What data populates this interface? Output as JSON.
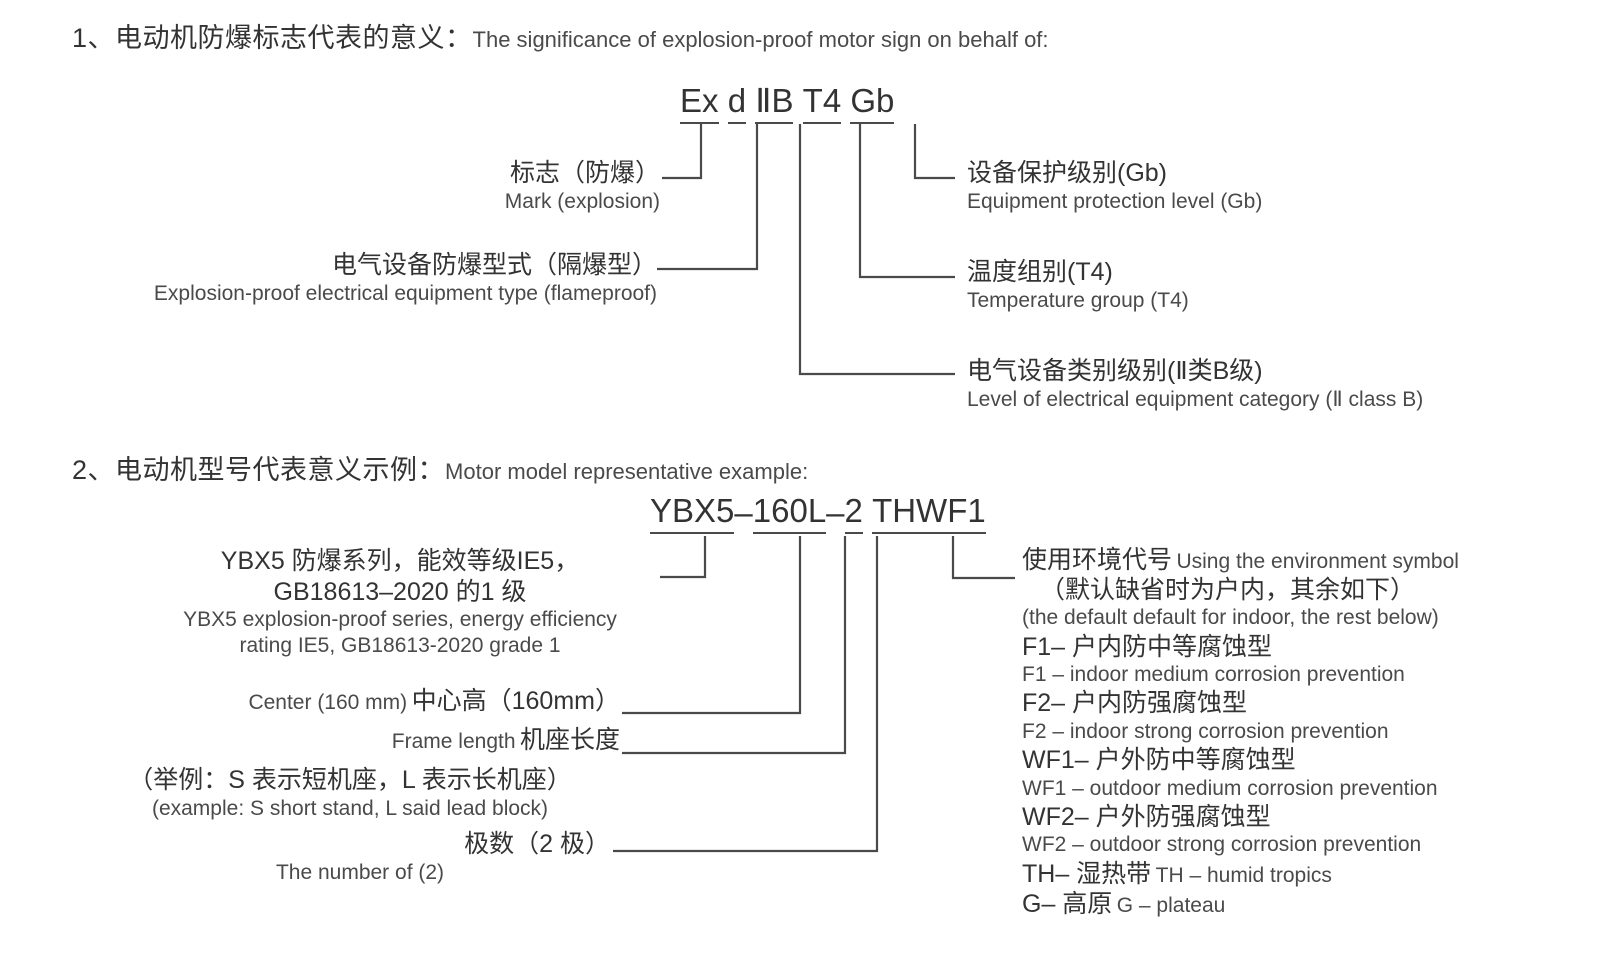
{
  "section1": {
    "number": "1、",
    "title_cn": "电动机防爆标志代表的意义：",
    "title_en": "The significance of explosion-proof motor sign on behalf of:",
    "code_segments": [
      {
        "text": "Ex",
        "name": "code-seg-ex"
      },
      {
        "text": "d",
        "name": "code-seg-d"
      },
      {
        "text": "ⅡB",
        "name": "code-seg-2b"
      },
      {
        "text": "T4",
        "name": "code-seg-t4"
      },
      {
        "text": "Gb",
        "name": "code-seg-gb"
      }
    ],
    "labels": {
      "mark": {
        "cn": "标志（防爆）",
        "en": "Mark (explosion)"
      },
      "type": {
        "cn": "电气设备防爆型式（隔爆型）",
        "en": "Explosion-proof electrical equipment type (flameproof)"
      },
      "protection": {
        "cn": "设备保护级别(Gb)",
        "en": "Equipment protection level (Gb)"
      },
      "temperature": {
        "cn": "温度组别(T4)",
        "en": "Temperature group (T4)"
      },
      "category": {
        "cn": "电气设备类别级别(Ⅱ类B级)",
        "en": "Level of electrical equipment category (Ⅱ class B)"
      }
    }
  },
  "section2": {
    "number": "2、",
    "title_cn": "电动机型号代表意义示例：",
    "title_en": "Motor model representative example:",
    "code_segments": [
      {
        "text": "YBX5",
        "name": "code-seg-ybx5"
      },
      {
        "text": "160",
        "name": "code-seg-160"
      },
      {
        "text": "L",
        "name": "code-seg-l"
      },
      {
        "text": "2",
        "name": "code-seg-2"
      },
      {
        "text": "THWF1",
        "name": "code-seg-thwf1"
      }
    ],
    "code_dash_1": "–",
    "code_dash_2": "–",
    "labels": {
      "series": {
        "cn_line1": "YBX5 防爆系列，能效等级IE5，",
        "cn_line2": "GB18613–2020 的1 级",
        "en_line1": "YBX5 explosion-proof series, energy efficiency",
        "en_line2": "rating IE5, GB18613-2020 grade 1"
      },
      "center_height": {
        "en": "Center (160 mm)",
        "cn": "中心高（160mm）"
      },
      "frame_length": {
        "en": "Frame length",
        "cn": "机座长度"
      },
      "frame_example": {
        "cn": "（举例：S 表示短机座，L 表示长机座）",
        "en": "(example: S short stand, L said lead block)"
      },
      "poles": {
        "cn": "极数（2 极）",
        "en": "The number of (2)"
      },
      "environment": {
        "cn_title": "使用环境代号",
        "en_title": "Using the environment symbol",
        "cn_note": "（默认缺省时为户内，其余如下）",
        "en_note": "(the default default for indoor, the rest below)",
        "items": [
          {
            "cn": "F1– 户内防中等腐蚀型",
            "en": "F1 – indoor medium corrosion prevention"
          },
          {
            "cn": "F2– 户内防强腐蚀型",
            "en": "F2 – indoor strong corrosion prevention"
          },
          {
            "cn": "WF1– 户外防中等腐蚀型",
            "en": "WF1 – outdoor medium corrosion prevention"
          },
          {
            "cn": "WF2– 户外防强腐蚀型",
            "en": "WF2 – outdoor strong corrosion prevention"
          }
        ],
        "inline_items": [
          {
            "cn": "TH– 湿热带",
            "en": "TH – humid tropics"
          },
          {
            "cn": "G– 高原",
            "en": "G – plateau"
          }
        ]
      }
    }
  }
}
